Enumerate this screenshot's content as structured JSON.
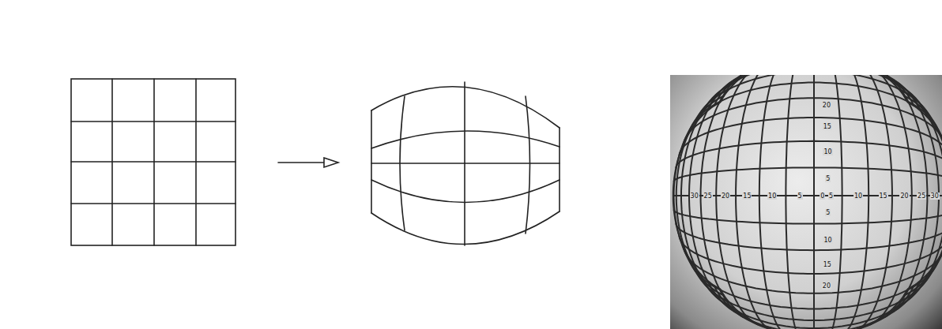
{
  "diagram": {
    "labels": [
      "30",
      "25",
      "20",
      "15",
      "10",
      "5",
      "0",
      "5",
      "10",
      "15",
      "20",
      "25",
      "30",
      "20",
      "15",
      "10",
      "5",
      "5",
      "10",
      "15",
      "20"
    ]
  }
}
